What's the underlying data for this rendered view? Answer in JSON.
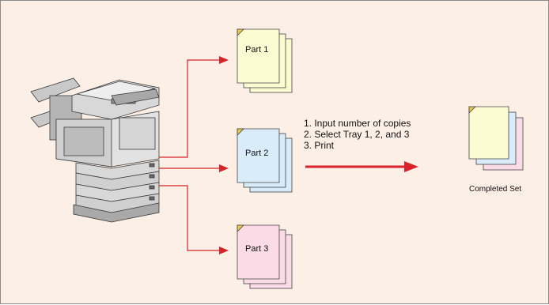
{
  "parts": [
    {
      "label": "Part 1",
      "fill": "#fdfbd2"
    },
    {
      "label": "Part 2",
      "fill": "#d8ecfa"
    },
    {
      "label": "Part 3",
      "fill": "#fbdbe6"
    }
  ],
  "steps": [
    "1. Input number of copies",
    "2. Select Tray 1, 2, and 3",
    "3. Print"
  ],
  "completed_label": "Completed Set",
  "colors": {
    "background": "#fcefe6",
    "arrow": "#d9232a",
    "border": "#8a8a8a"
  }
}
